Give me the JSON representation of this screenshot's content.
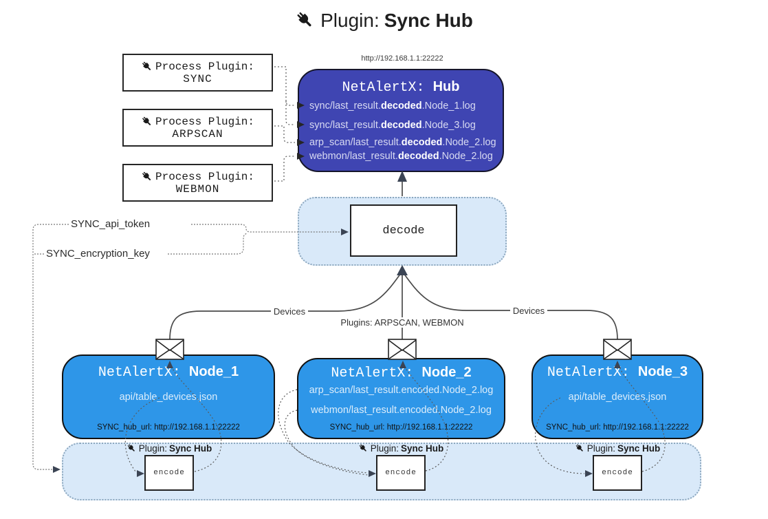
{
  "title": {
    "prefix": "Plugin:",
    "bold": "Sync Hub"
  },
  "hub": {
    "url": "http://192.168.1.1:22222",
    "name_prefix": "NetAlertX: ",
    "name_bold": "Hub",
    "lines": [
      {
        "pre": "sync/last_result.",
        "bold": "decoded",
        "post": ".Node_1.log"
      },
      {
        "pre": "sync/last_result.",
        "bold": "decoded",
        "post": ".Node_3.log"
      },
      {
        "pre": "arp_scan/last_result.",
        "bold": "decoded",
        "post": ".Node_2.log"
      },
      {
        "pre": "webmon/last_result.",
        "bold": "decoded",
        "post": ".Node_2.log"
      }
    ]
  },
  "process_plugins": [
    {
      "label": "Process Plugin:",
      "name": "SYNC"
    },
    {
      "label": "Process Plugin:",
      "name": "ARPSCAN"
    },
    {
      "label": "Process Plugin:",
      "name": "WEBMON"
    }
  ],
  "decode_label": "decode",
  "settings": {
    "api_token": "SYNC_api_token",
    "encryption_key": "SYNC_encryption_key"
  },
  "edge_labels": {
    "devices_left": "Devices",
    "devices_right": "Devices",
    "plugins": "Plugins: ARPSCAN, WEBMON"
  },
  "nodes": [
    {
      "name_prefix": "NetAlertX: ",
      "name_bold": "Node_1",
      "line1": "api/table_devices.json",
      "hub_url": "SYNC_hub_url: http://192.168.1.1:22222"
    },
    {
      "name_prefix": "NetAlertX: ",
      "name_bold": "Node_2",
      "line1": "arp_scan/last_result.encoded.Node_2.log",
      "line2": "webmon/last_result.encoded.Node_2.log",
      "hub_url": "SYNC_hub_url: http://192.168.1.1:22222"
    },
    {
      "name_prefix": "NetAlertX: ",
      "name_bold": "Node_3",
      "line1": "api/table_devices.json",
      "hub_url": "SYNC_hub_url: http://192.168.1.1:22222"
    }
  ],
  "encoders": [
    {
      "label_prefix": "Plugin: ",
      "label_bold": "Sync Hub",
      "box_label": "encode"
    },
    {
      "label_prefix": "Plugin: ",
      "label_bold": "Sync Hub",
      "box_label": "encode"
    },
    {
      "label_prefix": "Plugin: ",
      "label_bold": "Sync Hub",
      "box_label": "encode"
    }
  ],
  "colors": {
    "hub_bg": "#3F45B2",
    "node_bg": "#2E96E8",
    "band_bg": "#D9E9F9",
    "band_border": "#8BA6BD",
    "arrow_dark": "#3B4454",
    "line": "#4a4a4a"
  }
}
